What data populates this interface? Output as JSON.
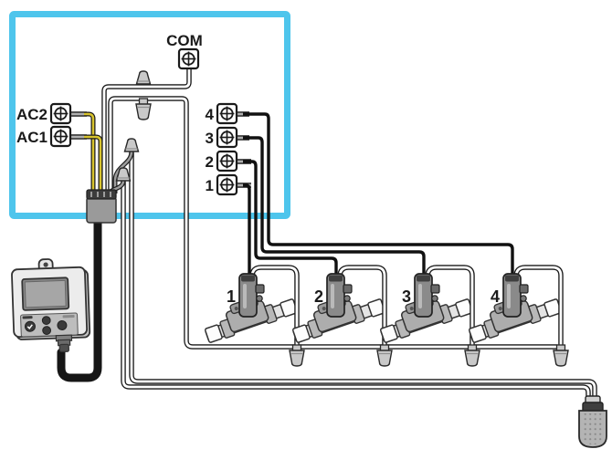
{
  "wiring_box": {
    "com_label": "COM",
    "power_terminals": [
      {
        "label": "AC2"
      },
      {
        "label": "AC1"
      }
    ],
    "station_terminals": [
      {
        "label": "4"
      },
      {
        "label": "3"
      },
      {
        "label": "2"
      },
      {
        "label": "1"
      }
    ]
  },
  "valves": [
    {
      "label": "1"
    },
    {
      "label": "2"
    },
    {
      "label": "3"
    },
    {
      "label": "4"
    }
  ],
  "colors": {
    "highlight_box": "#4EC5EC",
    "wire_yellow": "#D8C42E",
    "wire_black": "#1a1a1a",
    "wire_white": "#ffffff"
  }
}
